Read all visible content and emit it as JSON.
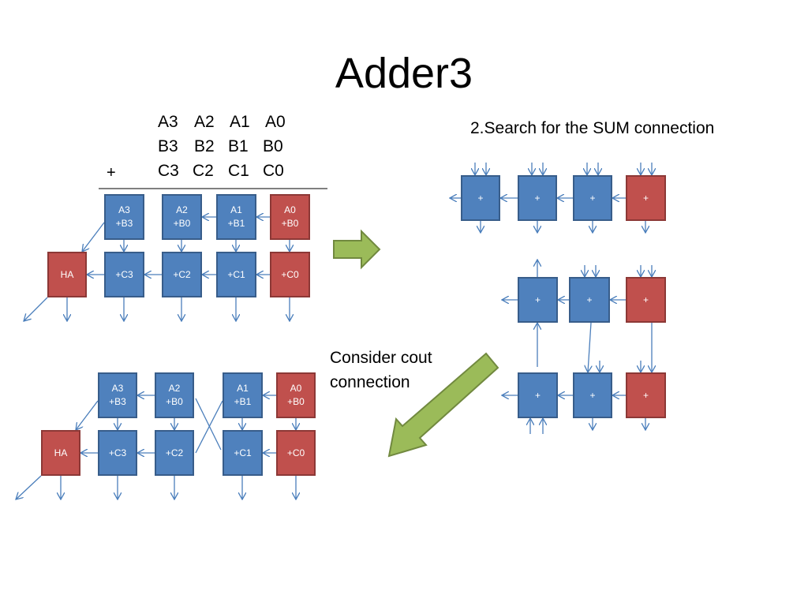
{
  "title": "Adder3",
  "operands": {
    "row_a": [
      "A3",
      "A2",
      "A1",
      "A0"
    ],
    "row_b": [
      "B3",
      "B2",
      "B1",
      "B0"
    ],
    "row_c": [
      "C3",
      "C2",
      "C1",
      "C0"
    ],
    "plus": "+"
  },
  "search_caption": "2.Search for the SUM connection",
  "cout_caption_line1": "Consider cout",
  "cout_caption_line2": "connection",
  "diagram_top": {
    "row1": [
      {
        "l1": "A3",
        "l2": "+B3"
      },
      {
        "l1": "A2",
        "l2": "+B0"
      },
      {
        "l1": "A1",
        "l2": "+B1"
      },
      {
        "l1": "A0",
        "l2": "+B0"
      }
    ],
    "ha": "HA",
    "row2": [
      "+C3",
      "+C2",
      "+C1",
      "+C0"
    ]
  },
  "diagram_bottom": {
    "row1": [
      {
        "l1": "A3",
        "l2": "+B3"
      },
      {
        "l1": "A2",
        "l2": "+B0"
      },
      {
        "l1": "A1",
        "l2": "+B1"
      },
      {
        "l1": "A0",
        "l2": "+B0"
      }
    ],
    "ha": "HA",
    "row2": [
      "+C3",
      "+C2",
      "+C1",
      "+C0"
    ]
  },
  "plus_label": "+",
  "colors": {
    "blue_fill": "#4f81bd",
    "red_fill": "#c0504d",
    "arrow_green": "#9bbb59",
    "line_blue": "#4a7ebb"
  }
}
